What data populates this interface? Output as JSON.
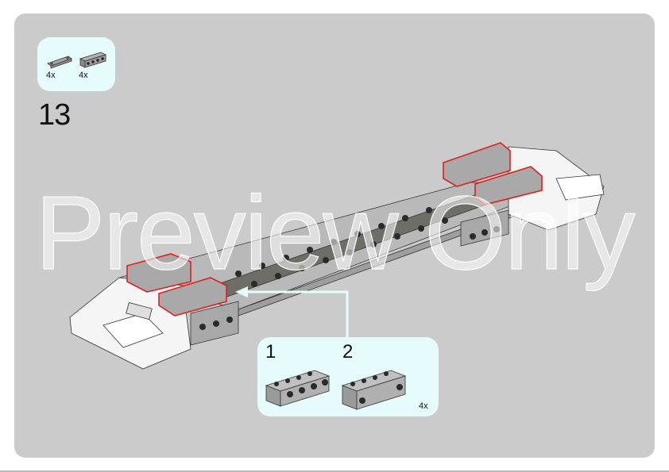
{
  "page": {
    "background": "#cbcbcb",
    "step_number": "13",
    "watermark": "Preview Only"
  },
  "parts_list": {
    "background": "#e6fbfb",
    "items": [
      {
        "part": "gray-1x4-plate-with-clips",
        "quantity": "4x"
      },
      {
        "part": "gray-1x4-brick-with-side-studs",
        "quantity": "4x"
      }
    ]
  },
  "sub_assembly": {
    "background": "#e6fbfb",
    "steps": [
      {
        "label": "1",
        "part": "gray-1x4-brick-with-side-studs"
      },
      {
        "label": "2",
        "part": "gray-1x4-brick-with-studs-on-side"
      }
    ],
    "multiplier": "4x"
  },
  "highlight_color": "#e02020",
  "arrow_color": "#e6fbfb"
}
